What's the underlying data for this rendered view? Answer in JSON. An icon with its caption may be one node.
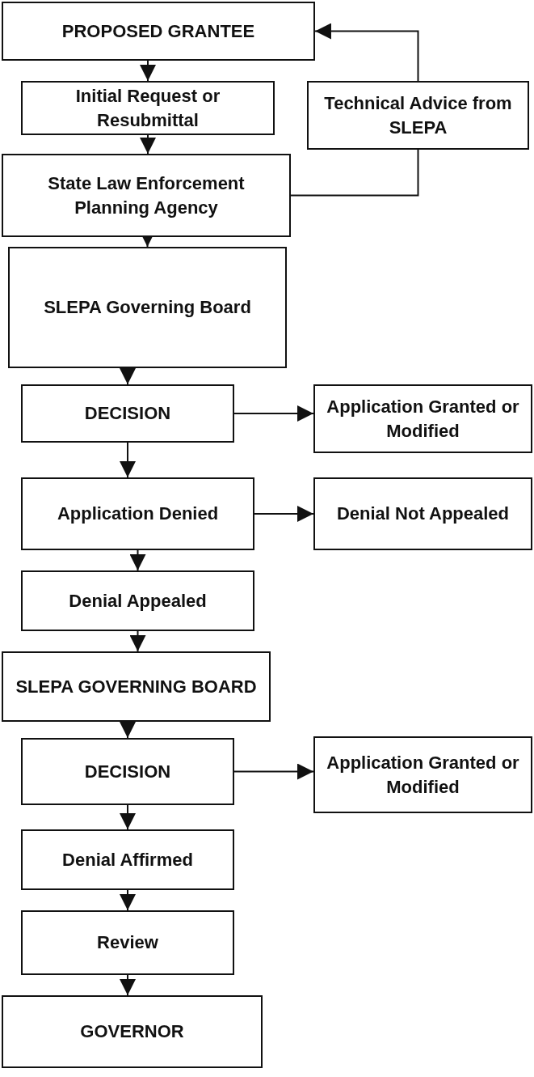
{
  "diagram": {
    "nodes": [
      {
        "text": [
          "PROPOSED GRANTEE"
        ]
      },
      {
        "text": [
          "Initial Request or Resubmittal"
        ]
      },
      {
        "text": [
          "Technical Advice from SLEPA"
        ]
      },
      {
        "text": [
          "State Law Enforcement Planning Agency"
        ]
      },
      {
        "text": [
          "SLEPA Governing Board"
        ]
      },
      {
        "text": [
          "DECISION"
        ]
      },
      {
        "text": [
          "Application Granted or Modified"
        ]
      },
      {
        "text": [
          "Application Denied"
        ]
      },
      {
        "text": [
          "Denial Not Appealed"
        ]
      },
      {
        "text": [
          "Denial Appealed"
        ]
      },
      {
        "text": [
          "SLEPA GOVERNING BOARD"
        ]
      },
      {
        "text": [
          "DECISION"
        ]
      },
      {
        "text": [
          "Application Granted or Modified"
        ]
      },
      {
        "text": [
          "Denial Affirmed"
        ]
      },
      {
        "text": [
          "Review"
        ]
      },
      {
        "text": [
          "GOVERNOR"
        ]
      }
    ],
    "edges": [
      {
        "from": 0,
        "to": 1,
        "arrow": "to"
      },
      {
        "from": 1,
        "to": 3,
        "arrow": "to"
      },
      {
        "from": 3,
        "to": 2,
        "arrow": "none"
      },
      {
        "from": 2,
        "to": 0,
        "arrow": "to"
      },
      {
        "from": 3,
        "to": 4,
        "arrow": "to"
      },
      {
        "from": 4,
        "to": 5,
        "arrow": "to"
      },
      {
        "from": 5,
        "to": 6,
        "arrow": "to"
      },
      {
        "from": 5,
        "to": 7,
        "arrow": "to"
      },
      {
        "from": 7,
        "to": 8,
        "arrow": "to"
      },
      {
        "from": 7,
        "to": 9,
        "arrow": "to"
      },
      {
        "from": 9,
        "to": 10,
        "arrow": "to"
      },
      {
        "from": 10,
        "to": 11,
        "arrow": "to"
      },
      {
        "from": 11,
        "to": 12,
        "arrow": "to"
      },
      {
        "from": 11,
        "to": 13,
        "arrow": "to"
      },
      {
        "from": 13,
        "to": 14,
        "arrow": "to"
      },
      {
        "from": 14,
        "to": 15,
        "arrow": "to"
      }
    ]
  }
}
